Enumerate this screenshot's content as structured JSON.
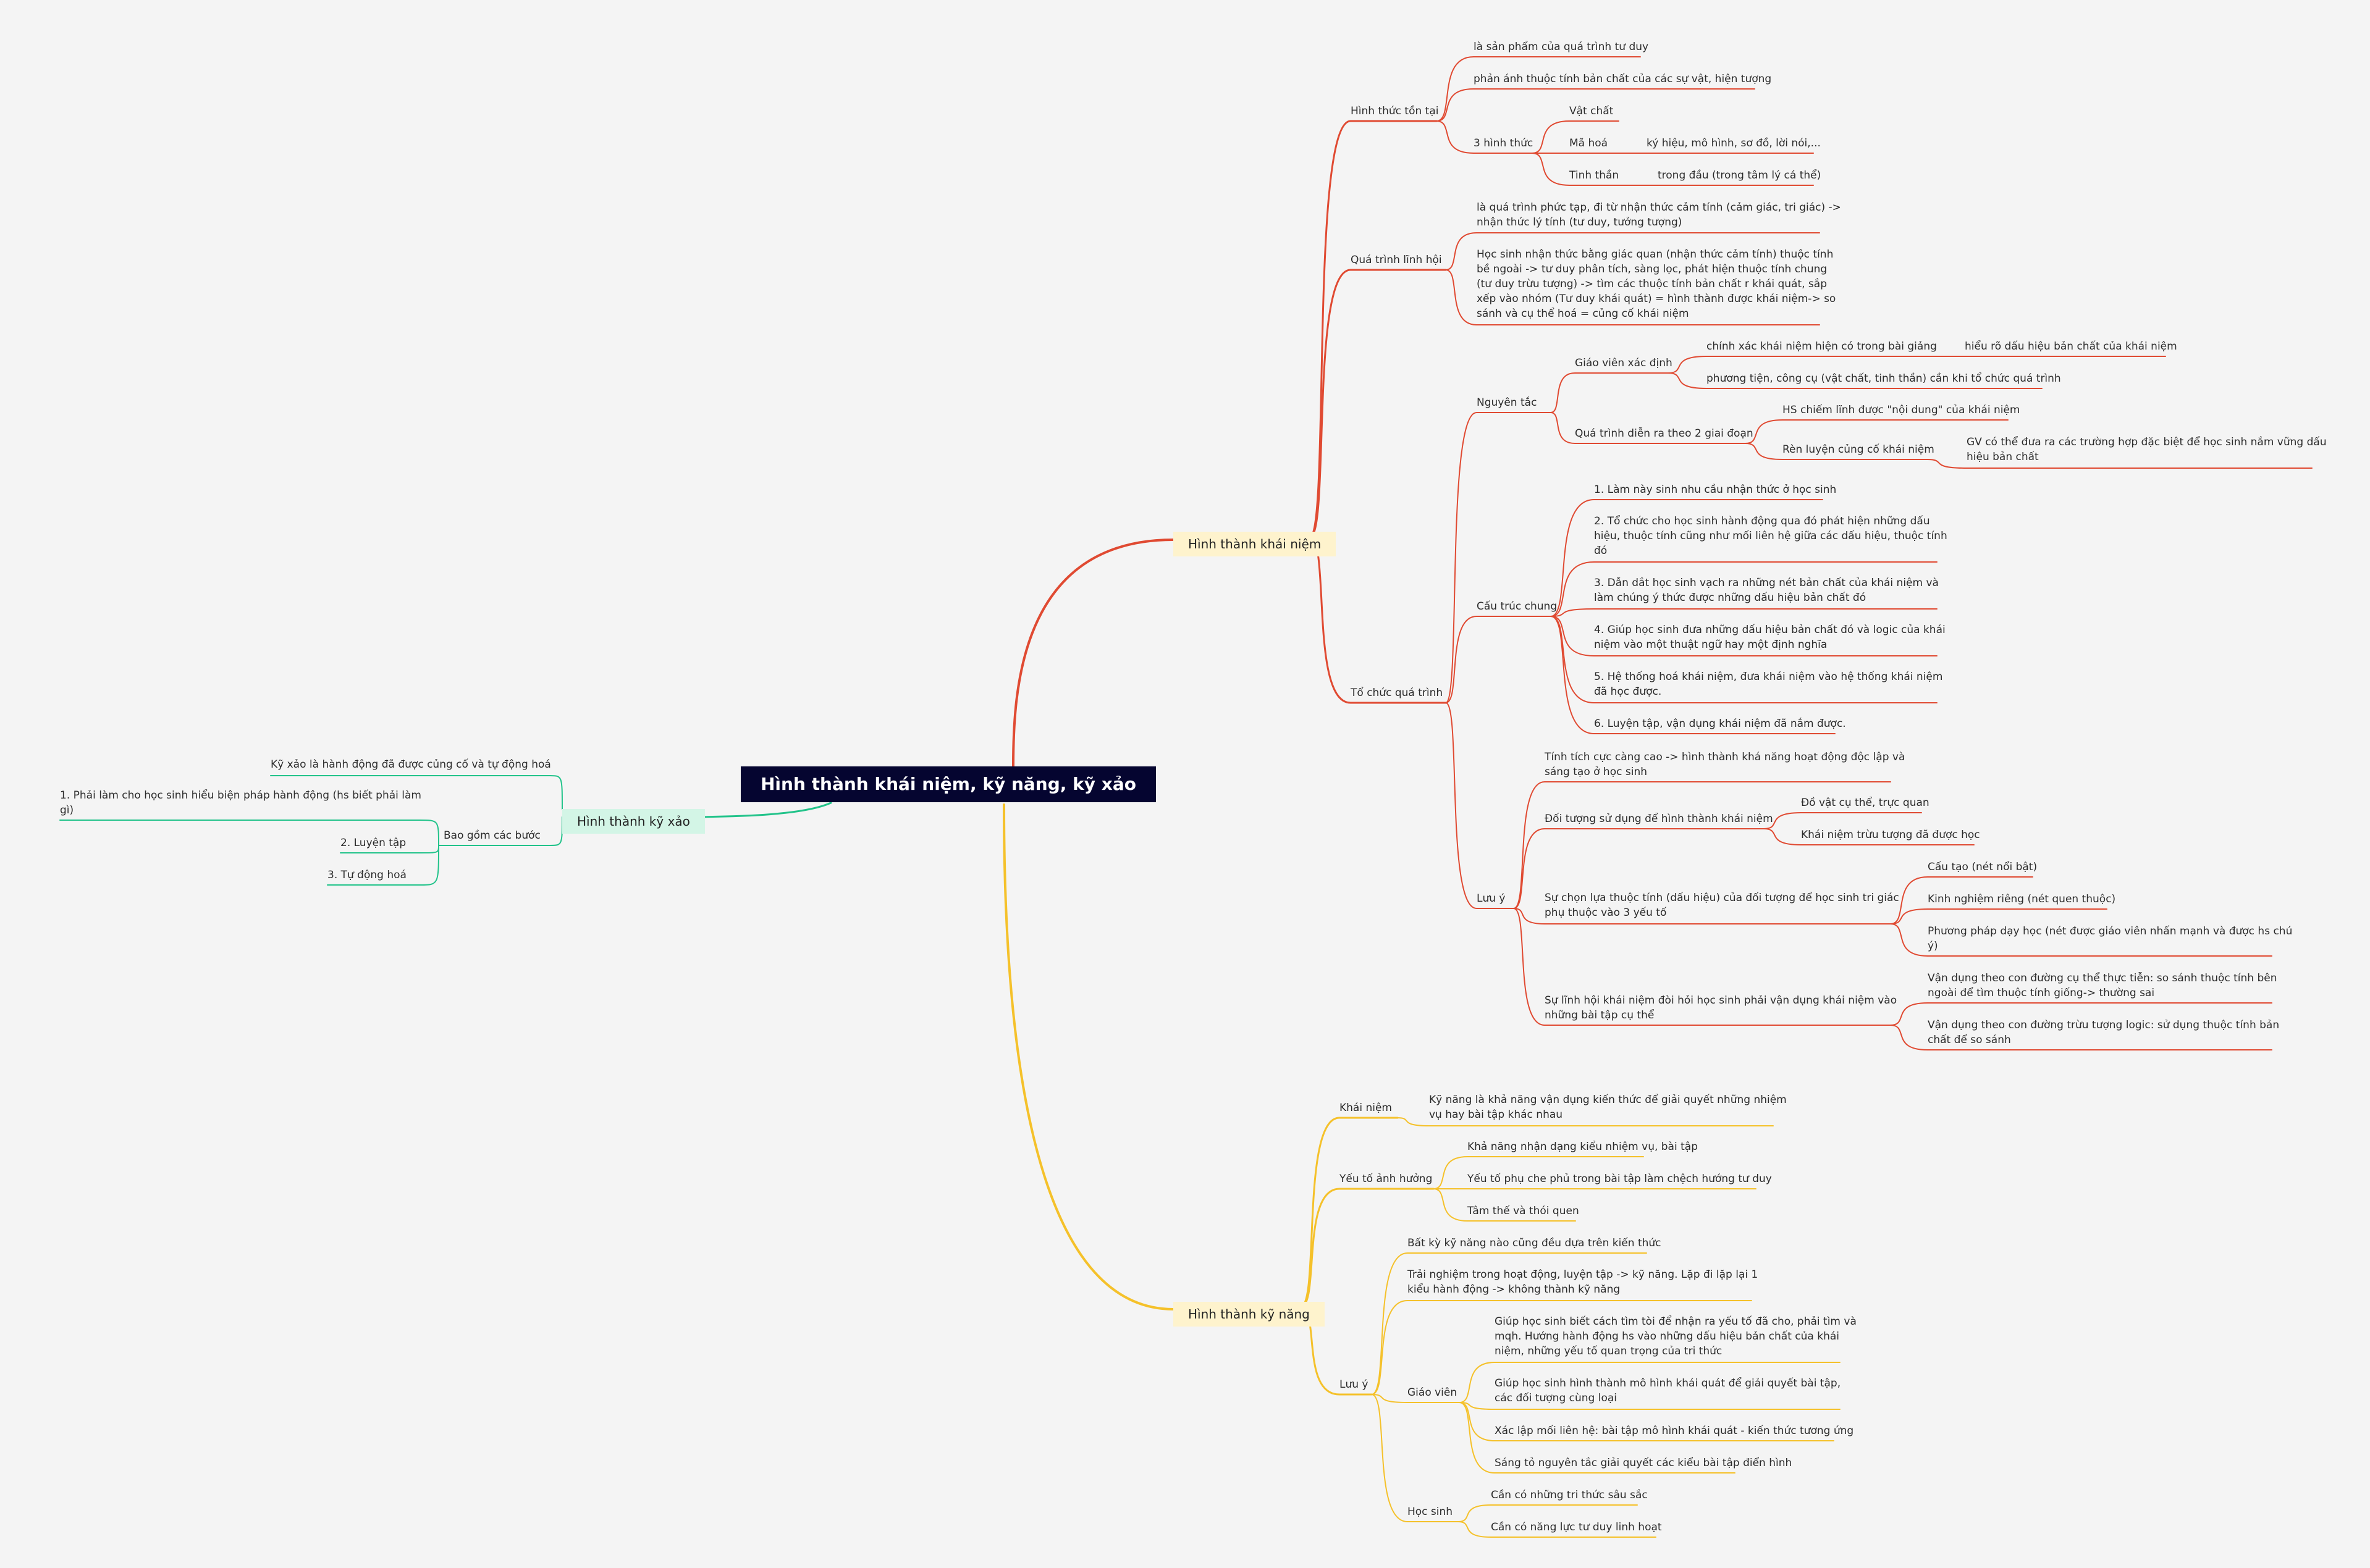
{
  "colors": {
    "background": "#f4f4f4",
    "root_bg": "#050530",
    "red": "#e04a32",
    "yellow": "#f5c12a",
    "green": "#22c38a"
  },
  "root": "Hình thành khái niệm, kỹ năng, kỹ xảo",
  "hinh_thanh_khai_niem": {
    "label": "Hình thành khái niệm",
    "hinh_thuc_ton_tai": {
      "label": "Hình thức tồn tại",
      "san_pham": "là sản phẩm của quá trình tư duy",
      "phan_anh": "phản ánh thuộc tính bản chất của các sự vật, hiện tượng",
      "ba_hinh_thuc": {
        "label": "3 hình thức",
        "vat_chat": "Vật chất",
        "ma_hoa": "Mã hoá",
        "ma_hoa_detail": "ký hiệu, mô hình, sơ đồ, lời nói,...",
        "tinh_than": "Tinh thần",
        "tinh_than_detail": "trong đầu (trong tâm lý cá thể)"
      }
    },
    "qua_trinh_linh_hoi": {
      "label": "Quá trình lĩnh hội",
      "item1": "là quá trình phức tạp, đi từ nhận thức cảm tính (cảm giác, tri giác) ->\nnhận thức lý tính (tư duy, tưởng tượng)",
      "item2": "Học sinh nhận thức bằng giác quan (nhận thức cảm tính) thuộc tính\nbề ngoài -> tư duy phân tích, sàng lọc, phát hiện thuộc tính chung\n(tư duy trừu tượng) -> tìm các thuộc tính bản chất r khái quát, sắp\nxếp vào nhóm (Tư duy khái quát) = hình thành được khái niệm-> so\nsánh và cụ thể hoá = củng cố khái niệm"
    },
    "to_chuc_qua_trinh": {
      "label": "Tổ chức quá trình",
      "nguyen_tac": {
        "label": "Nguyên tắc",
        "gv_xac_dinh": {
          "label": "Giáo viên xác định",
          "chinh_xac": "chính xác khái niệm hiện có trong bài giảng",
          "chinh_xac_detail": "hiểu rõ dấu hiệu bản chất của khái niệm",
          "phuong_tien": "phương tiện, công cụ (vật chất, tinh thần) cần khi tổ chức quá trình"
        },
        "qua_trinh_2": {
          "label": "Quá trình diễn ra theo 2 giai đoạn",
          "hs_chiem_linh": "HS chiếm lĩnh được \"nội dung\" của khái niệm",
          "ren_luyen": "Rèn luyện củng cố khái niệm",
          "ren_luyen_detail": "GV có thể đưa ra các trường hợp đặc biệt để học sinh nắm vững dấu\nhiệu bản chất"
        }
      },
      "cau_truc_chung": {
        "label": "Cấu trúc chung",
        "s1": "1. Làm này sinh nhu cầu nhận thức ở học sinh",
        "s2": "2. Tổ chức cho học sinh hành động qua đó phát hiện những dấu\nhiệu, thuộc tính cũng như mối liên hệ giữa các dấu hiệu, thuộc tính\nđó",
        "s3": "3. Dẫn dắt học sinh vạch ra những nét bản chất của khái niệm và\nlàm chúng ý thức được những dấu hiệu bản chất đó",
        "s4": "4. Giúp học sinh đưa những dấu hiệu bản chất đó và logic của khái\nniệm vào một thuật ngữ hay một định nghĩa",
        "s5": "5. Hệ thống hoá khái niệm, đưa khái niệm vào hệ thống khái niệm\nđã học được.",
        "s6": "6. Luyện tập, vận dụng khái niệm đã nắm được."
      },
      "luu_y": {
        "label": "Lưu ý",
        "tinh_tich_cuc": "Tính tích cực càng cao -> hình thành khá năng hoạt động độc lập và\nsáng tạo ở học sinh",
        "doi_tuong": {
          "label": "Đối tượng sử dụng để hình thành khái niệm",
          "do_vat": "Đồ vật cụ thể, trực quan",
          "khai_niem_truu_tuong": "Khái niệm trừu tượng đã được học"
        },
        "su_chon_lua": {
          "label": "Sự chọn lựa thuộc tính (dấu hiệu) của đối tượng để học sinh tri giác\nphụ thuộc vào 3 yếu tố",
          "cau_tao": "Cấu tạo (nét nổi bật)",
          "kinh_nghiem": "Kinh nghiệm riêng (nét quen thuộc)",
          "phuong_phap": "Phương pháp dạy học (nét được giáo viên nhấn mạnh và được hs chú\ný)"
        },
        "su_linh_hoi": {
          "label": "Sự lĩnh hội khái niệm đòi hỏi học sinh phải vận dụng khái niệm vào\nnhững bài tập cụ thể",
          "cu_the": "Vận dụng theo con đường cụ thể thực tiễn: so sánh thuộc tính bên\nngoài để tìm thuộc tính giống-> thường sai",
          "truu_tuong": "Vận dụng theo con đường trừu tượng logic: sử dụng thuộc tính bản\nchất để so sánh"
        }
      }
    }
  },
  "hinh_thanh_ky_nang": {
    "label": "Hình thành kỹ năng",
    "khai_niem": {
      "label": "Khái niệm",
      "text": "Kỹ năng là khả năng vận dụng kiến thức để giải quyết những nhiệm\nvụ hay bài tập khác nhau"
    },
    "yeu_to": {
      "label": "Yếu tố ảnh hưởng",
      "y1": "Khả năng nhận dạng kiểu nhiệm vụ, bài tập",
      "y2": "Yếu tố phụ che phủ trong bài tập làm chệch hướng tư duy",
      "y3": "Tâm thế và thói quen"
    },
    "luu_y": {
      "label": "Lưu ý",
      "l1": "Bất kỳ kỹ năng nào cũng đều dựa trên kiến thức",
      "l2": "Trải nghiệm trong hoạt động, luyện tập -> kỹ năng. Lặp đi lặp lại 1\nkiểu hành động -> không thành kỹ năng",
      "giao_vien": {
        "label": "Giáo viên",
        "g1": "Giúp học sinh biết cách tìm tòi để nhận ra yếu tố đã cho, phải tìm và\nmqh. Hướng hành động hs vào những dấu hiệu bản chất của khái\nniệm, những yếu tố quan trọng của tri thức",
        "g2": "Giúp học sinh hình thành mô hình khái quát để giải quyết bài tập,\ncác đối tượng cùng loại",
        "g3": "Xác lập mối liên hệ: bài tập mô hình khái quát - kiến thức tương ứng",
        "g4": "Sáng tỏ nguyên tắc giải quyết các kiểu bài tập điển hình"
      },
      "hoc_sinh": {
        "label": "Học sinh",
        "h1": "Cần có những tri thức sâu sắc",
        "h2": "Cần có năng lực tư duy linh hoạt"
      }
    }
  },
  "hinh_thanh_ky_xao": {
    "label": "Hình thành kỹ xảo",
    "dinh_nghia": "Kỹ xảo là hành động đã được củng cố và tự động hoá",
    "bao_gom": {
      "label": "Bao gồm các bước",
      "b1": "1. Phải làm cho học sinh hiểu biện pháp hành động (hs biết phải làm\ngì)",
      "b2": "2. Luyện tập",
      "b3": "3. Tự động hoá"
    }
  }
}
